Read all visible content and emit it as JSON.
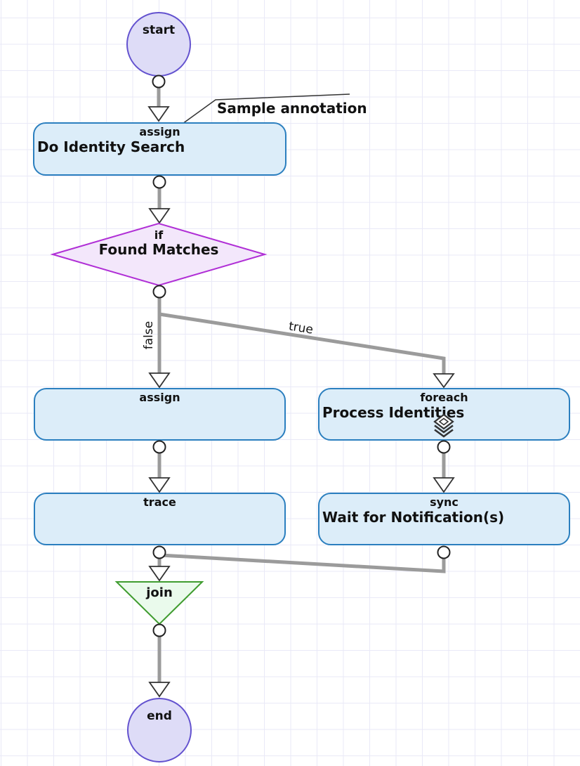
{
  "annotation": {
    "label": "Sample annotation"
  },
  "nodes": {
    "start": {
      "label": "start"
    },
    "do_identity_search": {
      "type_label": "assign",
      "name": "Do Identity Search"
    },
    "found_matches": {
      "type_label": "if",
      "name": "Found Matches"
    },
    "assign_step": {
      "type_label": "assign"
    },
    "process_identities": {
      "type_label": "foreach",
      "name": "Process Identities"
    },
    "trace_step": {
      "type_label": "trace"
    },
    "wait_for_notifications": {
      "type_label": "sync",
      "name": "Wait for Notification(s)"
    },
    "join": {
      "label": "join"
    },
    "end": {
      "label": "end"
    }
  },
  "edges": {
    "true_label": "true",
    "false_label": "false"
  },
  "icons": {
    "foreach": "layers-icon"
  },
  "colors": {
    "task_fill": "#dcedf9",
    "task_border": "#2b7fbf",
    "decision_fill": "#f3e7fb",
    "decision_border": "#b02fd6",
    "terminal_fill": "#dedcf7",
    "terminal_border": "#6352cf",
    "join_fill": "#eafaec",
    "join_border": "#3f9c2f",
    "edge_line": "#9b9b9b",
    "grid_line": "#e9e9f7"
  }
}
